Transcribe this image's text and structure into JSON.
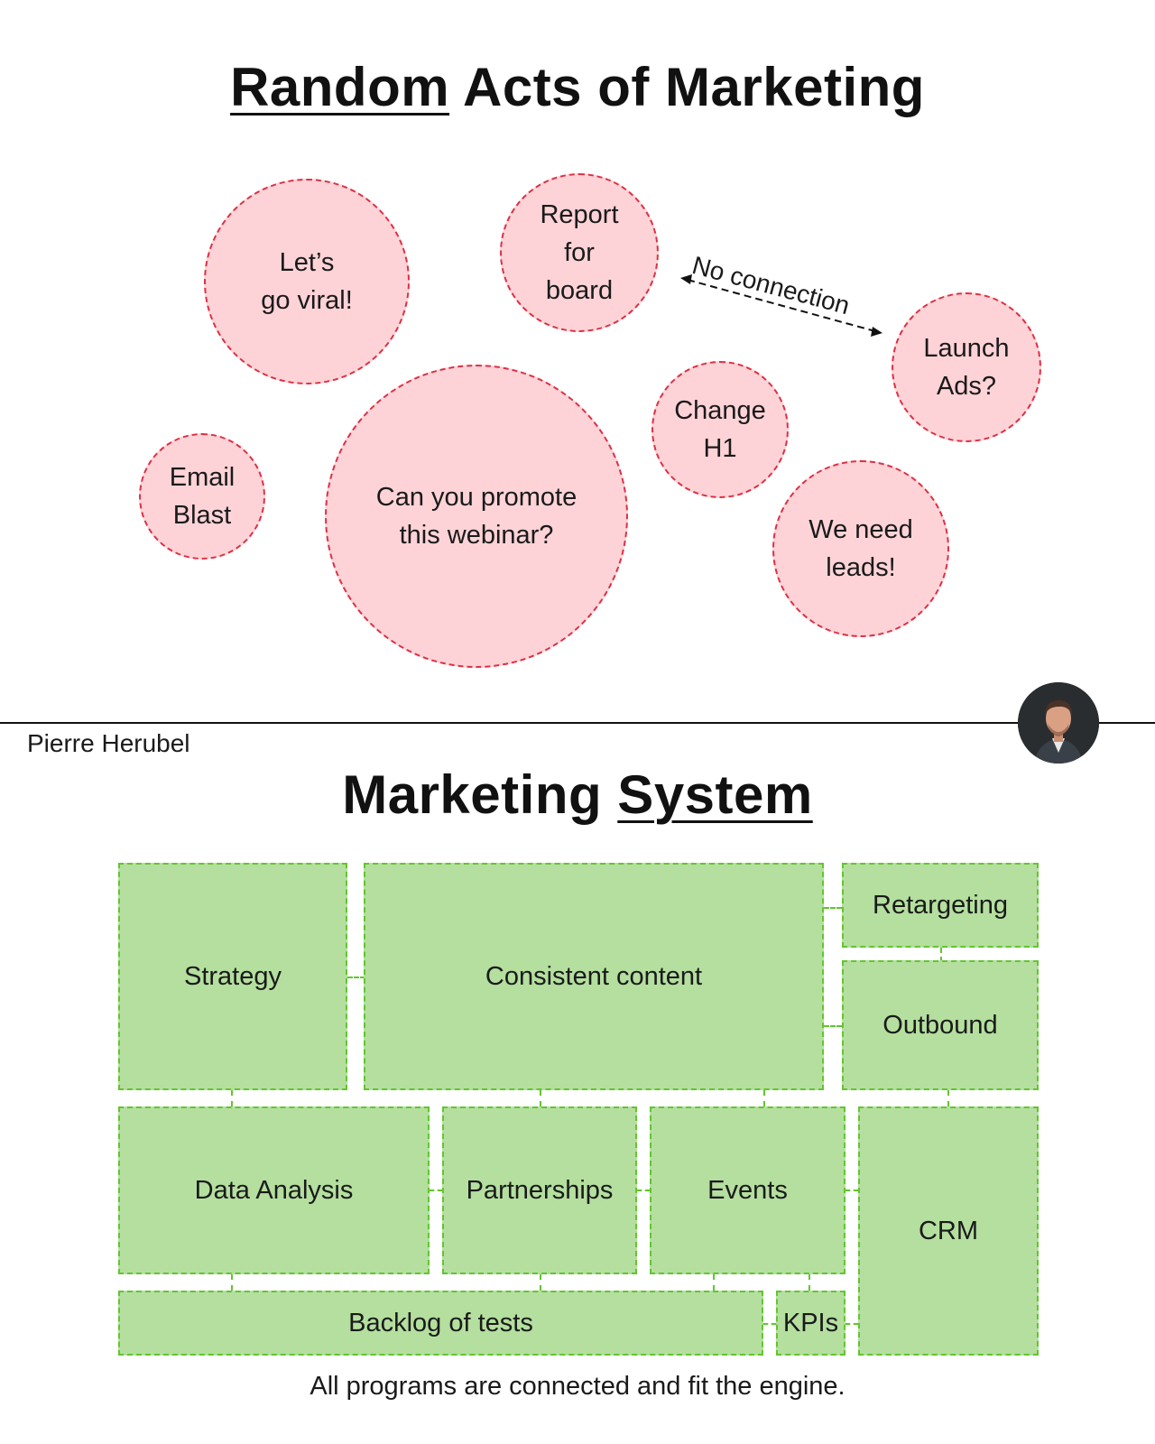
{
  "top": {
    "title_underlined": "Random",
    "title_rest": " Acts of Marketing",
    "bubbles": {
      "viral": "Let’s\ngo viral!",
      "report": "Report\nfor\nboard",
      "launch": "Launch\nAds?",
      "change": "Change\nH1",
      "email": "Email\nBlast",
      "webinar": "Can you promote\nthis webinar?",
      "leads": "We need\nleads!"
    },
    "arrow_label": "No connection"
  },
  "author": "Pierre Herubel",
  "bottom": {
    "title_plain": "Marketing ",
    "title_underlined": "System",
    "boxes": {
      "strategy": "Strategy",
      "content": "Consistent content",
      "retargeting": "Retargeting",
      "outbound": "Outbound",
      "data": "Data Analysis",
      "partnerships": "Partnerships",
      "events": "Events",
      "crm": "CRM",
      "backlog": "Backlog of tests",
      "kpis": "KPIs"
    },
    "caption": "All programs are connected and fit the engine."
  },
  "colors": {
    "bubble_fill": "#fdd3d7",
    "bubble_border": "#dc3045",
    "box_fill": "#b4df9f",
    "box_border": "#62c52f"
  }
}
